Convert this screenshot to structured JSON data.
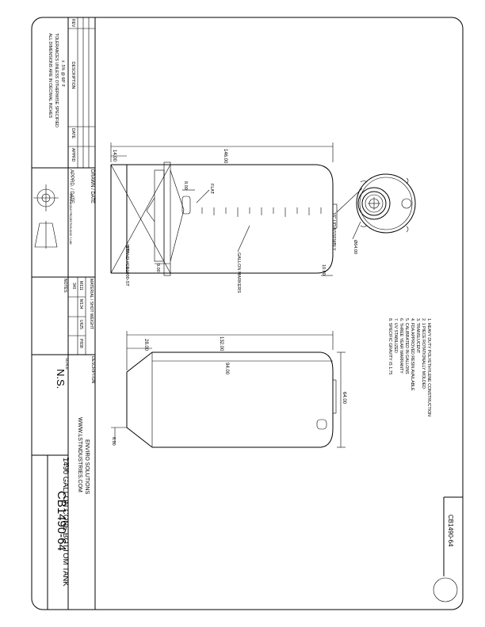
{
  "company": {
    "name": "ENVIRO SOLUTIONS",
    "website": "WWW.LSTINDUSTRIES.COM"
  },
  "title_block": {
    "description_label": "DESCRIPTION",
    "description": "1490 GALLON CONE BOTTOM TANK",
    "part_no_label": "PART NO.",
    "part_no": "CB1490-64",
    "scale_label": "SCALE",
    "scale": "N.S.",
    "drawn_date_label": "DRAWN / DATE",
    "appd_date_label": "APPRD. / DATE",
    "projection_label": "THIRD ANGLE PROJECTION ANSI Y-14M",
    "notes_label": "NOTES:",
    "tolerance_lines": [
      "ALL DIMENSIONS ARE IN DECIMAL INCHES",
      "TOLERANCES UNLESS OTHERWISE SPECIFIED",
      "± .5% @ 68° F"
    ],
    "revision_headers": [
      "REV",
      "DESCRIPTION",
      "DATE",
      "APPRD"
    ]
  },
  "material_weight": {
    "header": "MATERIAL / SHOT WEIGHT",
    "materials": [
      "M111",
      "M134",
      "U625",
      "P838"
    ],
    "weights": [
      "340",
      "",
      "",
      ""
    ]
  },
  "corner_label": "CB1490-64",
  "features": [
    "1. HEAVY DUTY POLYETHYLENE CONSTRUCTION",
    "2. 1 PIECE ROTATIONALLY MOLDED",
    "3. TRANSLUCENT",
    "4. FDA APPROVED RESIN AVAILABLE",
    "5. CALIBRATED IN GALLONS",
    "6. THREE YEAR WARRANTY",
    "7. UV STABILIZED",
    "8. SPECIFIC GRAVITY IS 1.75"
  ],
  "dimensions": {
    "overall_height": "146.00",
    "stand_height": "14.00",
    "flat": "8.00",
    "flat_label": "FLAT",
    "stand_leg": "9.00",
    "lid_offset": "10.00",
    "stand_label": "STAND #CB1000-ST",
    "gallon_markers_label": "GALLON MARKERS",
    "tank_height": "132.00",
    "cone_height": "28.00",
    "body_height": "94.00",
    "outlet": "8.00",
    "diameter": "64.00",
    "dia_top": "Ø64.00",
    "lid_label": "16\" LID ASSEMBLY"
  }
}
